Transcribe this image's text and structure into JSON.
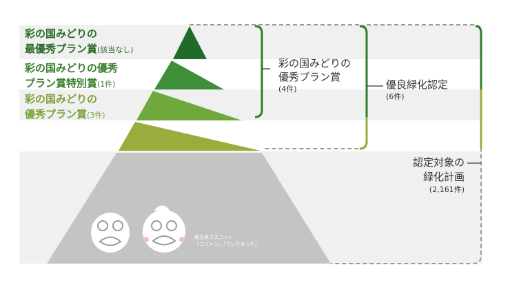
{
  "colors": {
    "tier1": "#1e6b2a",
    "tier2": "#3f8f3a",
    "tier3": "#6fa83c",
    "tier4": "#99ad3c",
    "base": "#c4c4c4",
    "band": "#f0f0f0",
    "label_dark": "#2a6a25",
    "label_light": "#7da33a"
  },
  "left_labels": {
    "top_line1": "彩の国みどりの",
    "top_line2": "最優秀プラン賞",
    "top_note": "(該当なし)",
    "second_line1": "彩の国みどりの優秀",
    "second_line2": "プラン賞特別賞",
    "second_note": "(1件)",
    "third_line1": "彩の国みどりの",
    "third_line2": "優秀プラン賞",
    "third_note": "(3件)"
  },
  "brackets": {
    "excellent_line1": "彩の国みどりの",
    "excellent_line2": "優秀プラン賞",
    "excellent_count": "(4件)",
    "certified_label": "優良緑化認定",
    "certified_count": "(6件)",
    "target_line1": "認定対象の",
    "target_line2": "緑化計画",
    "target_count": "(2,161件)"
  },
  "mascot": {
    "caption_line1": "埼玉県マスコット",
    "caption_line2": "「コバトン」「さいたまっち」"
  }
}
